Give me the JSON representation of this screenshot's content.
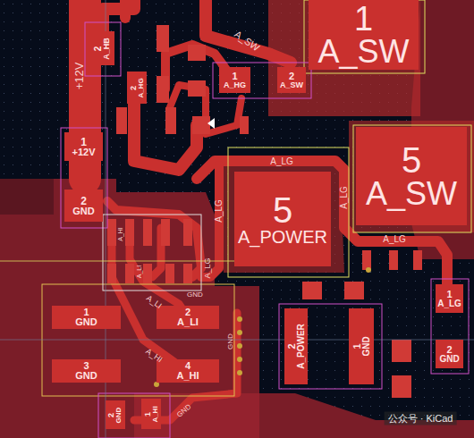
{
  "diagram": {
    "nodes": [
      {
        "text": [
          "1",
          "A_SW"
        ]
      },
      {
        "text": [
          "5",
          "A_SW"
        ]
      },
      {
        "text": [
          "5",
          "A_POWER"
        ]
      },
      {
        "text": [
          "1",
          "+12V"
        ]
      },
      {
        "text": [
          "2",
          "GND"
        ]
      },
      {
        "text": [
          "1",
          "GND"
        ]
      },
      {
        "text": [
          "2",
          "A_LI"
        ]
      },
      {
        "text": [
          "3",
          "GND"
        ]
      },
      {
        "text": [
          "4",
          "A_HI"
        ]
      },
      {
        "text": [
          "1",
          "A_LG"
        ]
      },
      {
        "text": [
          "2",
          "GND"
        ]
      },
      {
        "text": [
          "2",
          "A_POWER"
        ]
      },
      {
        "text": [
          "1",
          "GND"
        ]
      },
      {
        "text": [
          "2",
          "A_HB"
        ]
      },
      {
        "text": [
          "1",
          "A_HG"
        ]
      },
      {
        "text": [
          "2",
          "A_SW"
        ]
      },
      {
        "text": [
          "2",
          "A_HG"
        ]
      },
      {
        "text": [
          "2",
          "GND"
        ]
      },
      {
        "text": [
          "1",
          "A_HI"
        ]
      }
    ],
    "labels": [
      "+12V",
      "A_SW",
      "A_LG",
      "A_LG",
      "A_LG",
      "A_LG",
      "A_LG",
      "A_HI",
      "A_LI",
      "A_LI",
      "A_HI",
      "GND",
      "GND",
      "GND",
      "公众号 · KiCad"
    ]
  }
}
